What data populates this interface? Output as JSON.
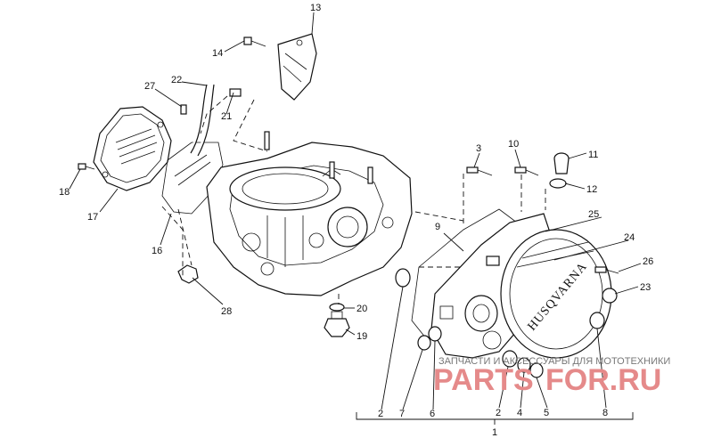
{
  "callouts": [
    {
      "id": "c1",
      "text": "1"
    },
    {
      "id": "c2a",
      "text": "2"
    },
    {
      "id": "c2b",
      "text": "2"
    },
    {
      "id": "c3",
      "text": "3"
    },
    {
      "id": "c4",
      "text": "4"
    },
    {
      "id": "c5",
      "text": "5"
    },
    {
      "id": "c6",
      "text": "6"
    },
    {
      "id": "c7",
      "text": "7"
    },
    {
      "id": "c8",
      "text": "8"
    },
    {
      "id": "c9",
      "text": "9"
    },
    {
      "id": "c10",
      "text": "10"
    },
    {
      "id": "c11",
      "text": "11"
    },
    {
      "id": "c12",
      "text": "12"
    },
    {
      "id": "c13",
      "text": "13"
    },
    {
      "id": "c14",
      "text": "14"
    },
    {
      "id": "c16",
      "text": "16"
    },
    {
      "id": "c17",
      "text": "17"
    },
    {
      "id": "c18",
      "text": "18"
    },
    {
      "id": "c19",
      "text": "19"
    },
    {
      "id": "c20",
      "text": "20"
    },
    {
      "id": "c21",
      "text": "21"
    },
    {
      "id": "c22",
      "text": "22"
    },
    {
      "id": "c23",
      "text": "23"
    },
    {
      "id": "c24",
      "text": "24"
    },
    {
      "id": "c25",
      "text": "25"
    },
    {
      "id": "c26",
      "text": "26"
    },
    {
      "id": "c27",
      "text": "27"
    },
    {
      "id": "c28",
      "text": "28"
    }
  ],
  "cover_brand_text": "HUSQVARNA",
  "watermark": {
    "line": "ЗАПЧАСТИ И АКСЕССУАРЫ ДЛЯ МОТОТЕХНИКИ",
    "brand_part1": "PARTS",
    "brand_part2": "FOR.RU"
  }
}
